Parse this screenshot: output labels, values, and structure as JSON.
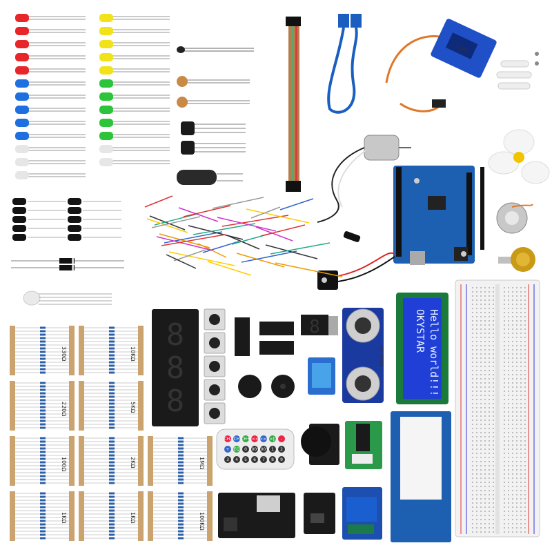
{
  "lcd": {
    "line1": "OKYSTAR",
    "line2": "Hello world!!!"
  },
  "resistors": [
    {
      "label": "330Ω"
    },
    {
      "label": "10KΩ"
    },
    {
      "label": "220Ω"
    },
    {
      "label": "5KΩ"
    },
    {
      "label": "100Ω"
    },
    {
      "label": "2KΩ"
    },
    {
      "label": "1MΩ"
    },
    {
      "label": "1KΩ"
    },
    {
      "label": "1KΩ"
    },
    {
      "label": "100KΩ"
    }
  ],
  "led_colors": {
    "red": "#e8262a",
    "yellow": "#f2e21a",
    "blue": "#1f6fe0",
    "green": "#2bc43a",
    "white": "#e6e6e6"
  },
  "board_colors": {
    "uno": "#1d5fb0",
    "lcd_bezel": "#1a7a3a",
    "lcd_screen": "#1f3fd6",
    "sensor": "#1a3aa0",
    "breadboard": "#f2f2f2"
  },
  "remote_buttons": [
    "CH-",
    "CH",
    "CH+",
    "|<<",
    ">>|",
    ">||",
    "-",
    "+",
    "EQ",
    "0",
    "100+",
    "200+",
    "1",
    "2",
    "3",
    "4",
    "5",
    "6",
    "7",
    "8",
    "9"
  ]
}
